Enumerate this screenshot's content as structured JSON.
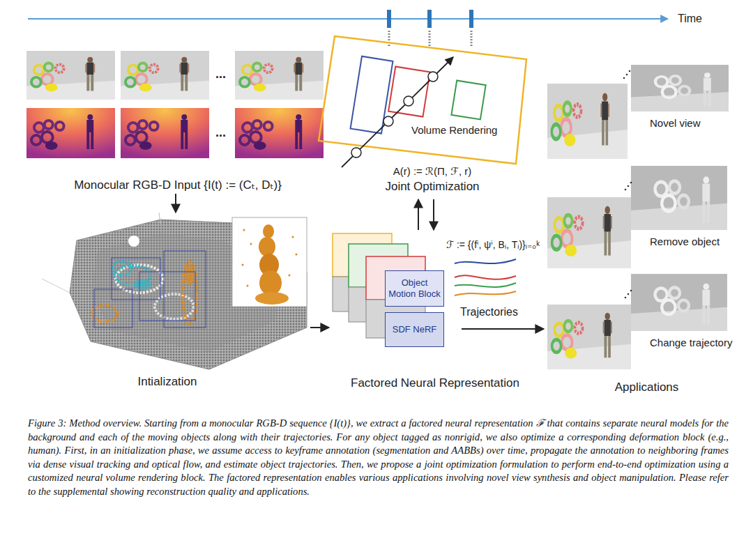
{
  "diagram": {
    "caption": "Figure 3: Method overview. Starting from a monocular RGB-D sequence {I(t)}, we extract a factored neural representation ℱ that contains separate neural models for the background and each of the moving objects along with their trajectories. For any object tagged as nonrigid, we also optimize a corresponding deformation block (e.g., human). First, in an initialization phase, we assume access to keyframe annotation (segmentation and AABBs) over time, propagate the annotation to neighboring frames via dense visual tracking and optical flow, and estimate object trajectories. Then, we propose a joint optimization formulation to perform end-to-end optimization using a customized neural volume rendering block. The factored representation enables various applications involving novel view synthesis and object manipulation. Please refer to the supplemental showing reconstruction quality and applications.",
    "nodes": [
      {
        "text": [
          "Monocular RGB-D Input {I(t) := (Cₜ, Dₜ)}"
        ]
      },
      {
        "text": [
          "Intialization"
        ]
      },
      {
        "text": [
          "Volume Rendering"
        ]
      },
      {
        "text": [
          "Factored Neural Representation"
        ]
      },
      {
        "text": [
          "Object Motion Block"
        ],
        "in": 3
      },
      {
        "text": [
          "SDF NeRF"
        ],
        "in": 3
      },
      {
        "text": [
          "Applications"
        ]
      },
      {
        "text": [
          "Novel view"
        ],
        "in": 6
      },
      {
        "text": [
          "Remove object"
        ],
        "in": 6
      },
      {
        "text": [
          "Change trajectory"
        ],
        "in": 6
      }
    ],
    "edges": [
      {
        "from": 0,
        "to": 1,
        "arrow": "to"
      },
      {
        "from": 1,
        "to": 3,
        "arrow": "to"
      },
      {
        "from": 3,
        "to": 2,
        "arrow": "to"
      },
      {
        "from": 2,
        "to": 3,
        "arrow": "to"
      },
      {
        "from": 3,
        "to": 6,
        "arrow": "to"
      }
    ],
    "labels": [
      "Time",
      "...",
      "...",
      "A(r) := ℛ(Π, ℱ, r)",
      "Joint Optimization",
      "ℱ := {(fⁱ, ψⁱ, Bᵢ, Tᵢ)}ᵢ₌₀ᵏ",
      "Trajectories"
    ]
  }
}
